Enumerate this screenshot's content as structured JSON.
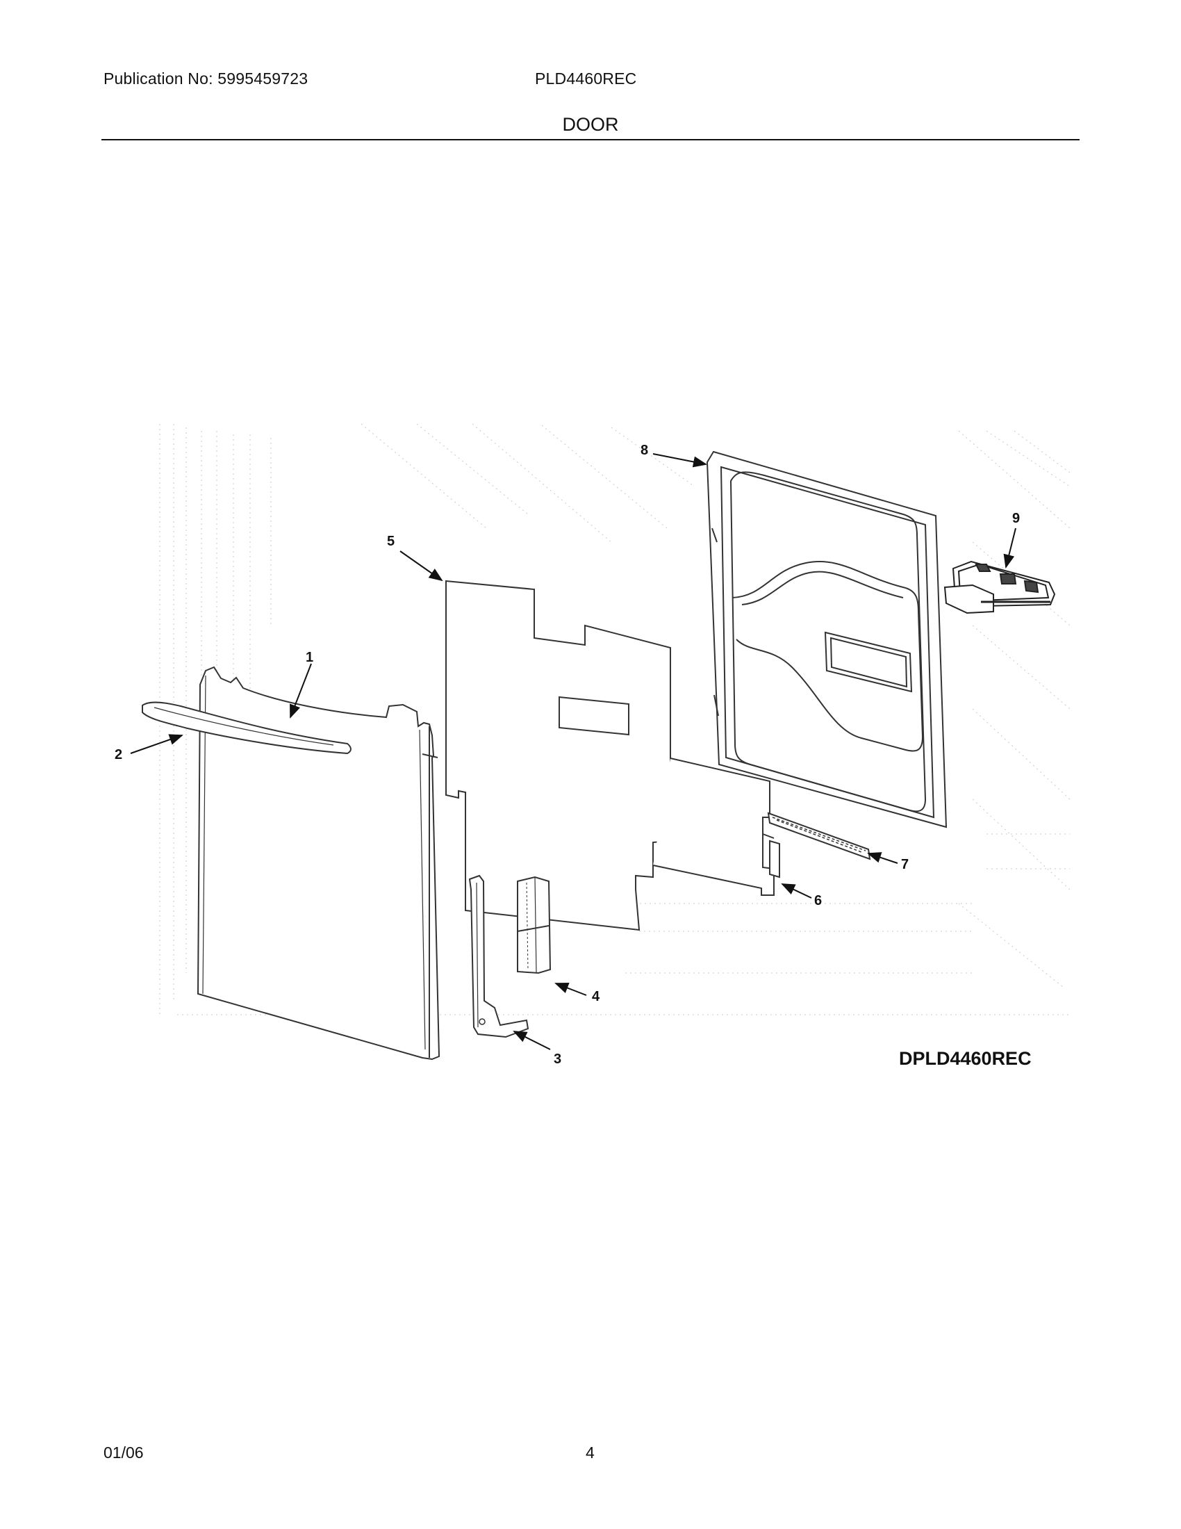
{
  "header": {
    "publication": "Publication No: 5995459723",
    "model": "PLD4460REC",
    "section_title": "DOOR"
  },
  "diagram": {
    "drawing_id": "DPLD4460REC",
    "callouts": [
      "1",
      "2",
      "3",
      "4",
      "5",
      "6",
      "7",
      "8",
      "9"
    ]
  },
  "footer": {
    "date": "01/06",
    "page_number": "4"
  }
}
